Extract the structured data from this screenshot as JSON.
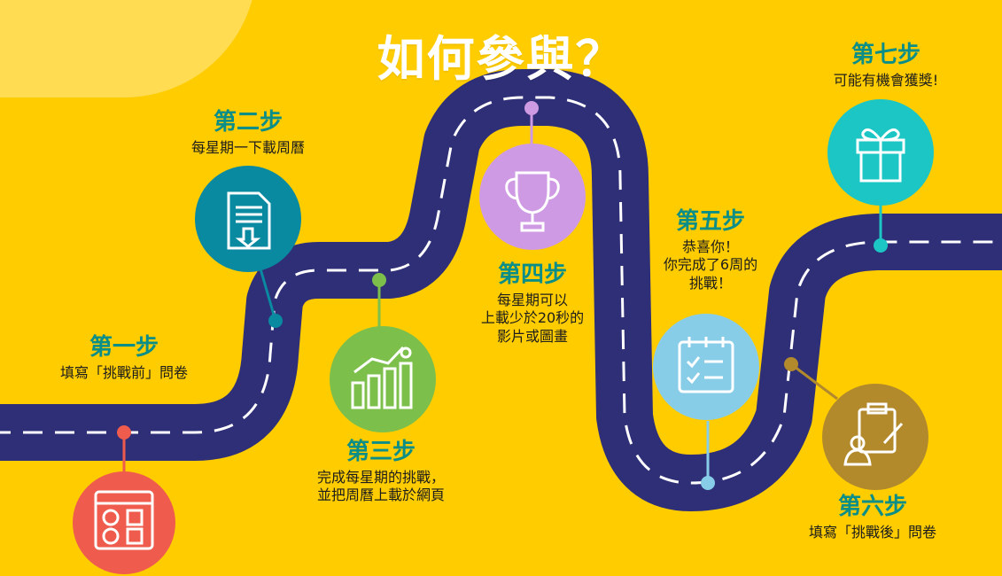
{
  "title": "如何參與？",
  "colors": {
    "background": "#ffcc00",
    "road": "#2f2f77",
    "road_line": "#ffffff",
    "step_label": "#0a8e87"
  },
  "steps": [
    {
      "label": "第一步",
      "desc": [
        "填寫「挑戰前」問卷"
      ],
      "icon": "survey-face-icon",
      "color": "#ef5c4d"
    },
    {
      "label": "第二步",
      "desc": [
        "每星期一下載周曆"
      ],
      "icon": "document-download-icon",
      "color": "#0a8aa0"
    },
    {
      "label": "第三步",
      "desc": [
        "完成每星期的挑戰，",
        "並把周曆上載於網頁"
      ],
      "icon": "growth-chart-icon",
      "color": "#7cc04b"
    },
    {
      "label": "第四步",
      "desc": [
        "每星期可以",
        "上載少於20秒的",
        "影片或圖畫"
      ],
      "icon": "trophy-icon",
      "color": "#cf9ae4"
    },
    {
      "label": "第五步",
      "desc": [
        "恭喜你！",
        "你完成了6周的",
        "挑戰！"
      ],
      "icon": "calendar-check-icon",
      "color": "#88cde8"
    },
    {
      "label": "第六步",
      "desc": [
        "填寫「挑戰後」問卷"
      ],
      "icon": "clipboard-person-icon",
      "color": "#b28a2c"
    },
    {
      "label": "第七步",
      "desc": [
        "可能有機會獲獎!"
      ],
      "icon": "gift-icon",
      "color": "#1bc6c4"
    }
  ]
}
